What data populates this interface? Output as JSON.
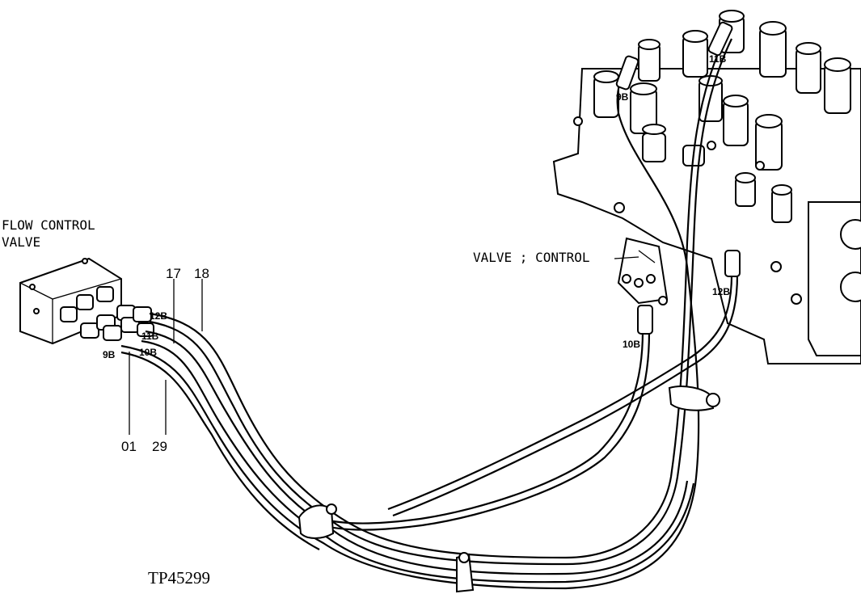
{
  "labels": {
    "flow_control_line1": "FLOW CONTROL",
    "flow_control_line2": "VALVE",
    "valve_control": "VALVE ; CONTROL",
    "callout_17": "17",
    "callout_18": "18",
    "callout_01": "01",
    "callout_29": "29",
    "port_12b_left": "12B",
    "port_11b_left": "11B",
    "port_10b_left": "10B",
    "port_9b_left": "9B",
    "port_9b_right": "9B",
    "port_11b_right": "11B",
    "port_10b_right": "10B",
    "port_12b_right": "12B",
    "figure_id": "TP45299"
  }
}
